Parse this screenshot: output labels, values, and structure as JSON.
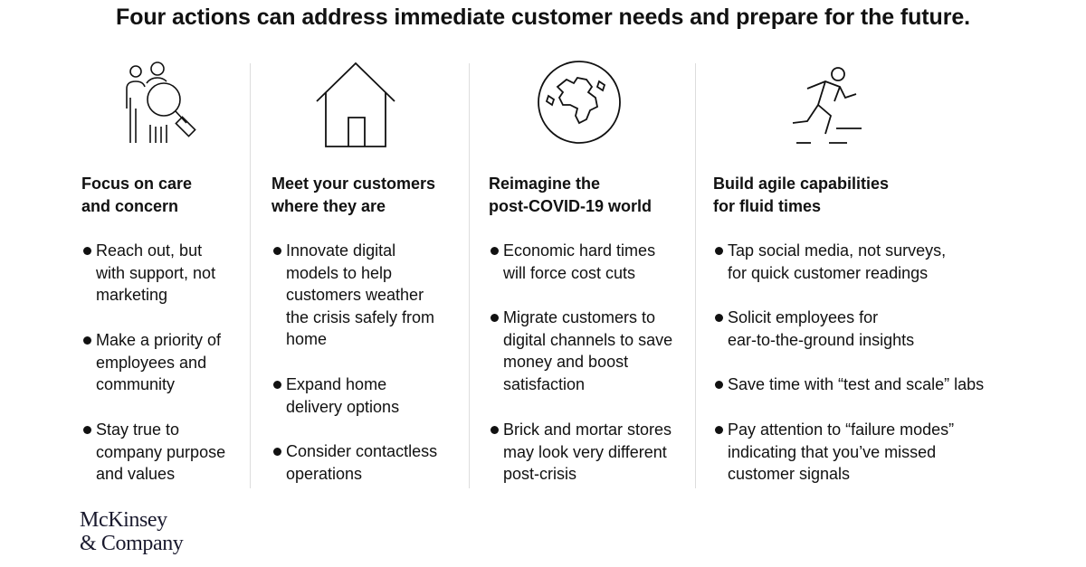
{
  "headline": "Four actions can address immediate customer needs and prepare for the future.",
  "columns": [
    {
      "icon": "magnifier-people-icon",
      "title": "Focus on care\nand concern",
      "bullets": [
        "Reach out, but\nwith support, not\nmarketing",
        "Make a priority of\nemployees and\ncommunity",
        "Stay true to\ncompany purpose\nand values"
      ]
    },
    {
      "icon": "house-icon",
      "title": "Meet your customers\nwhere they are",
      "bullets": [
        "Innovate digital\nmodels to help\ncustomers weather\nthe crisis safely from\nhome",
        "Expand home\ndelivery options",
        "Consider contactless\noperations"
      ]
    },
    {
      "icon": "globe-icon",
      "title": "Reimagine the\npost-COVID-19 world",
      "bullets": [
        "Economic hard times\nwill force cost cuts",
        "Migrate customers to\ndigital channels to save\nmoney and boost\nsatisfaction",
        "Brick and mortar stores\nmay look very different\npost-crisis"
      ]
    },
    {
      "icon": "running-person-icon",
      "title": "Build agile capabilities\nfor fluid times",
      "bullets": [
        "Tap social media, not surveys,\nfor quick customer readings",
        "Solicit employees for\near-to-the-ground insights",
        "Save time with “test and scale” labs",
        "Pay attention to “failure modes”\nindicating that you’ve missed\ncustomer signals"
      ]
    }
  ],
  "logo": "McKinsey\n& Company"
}
